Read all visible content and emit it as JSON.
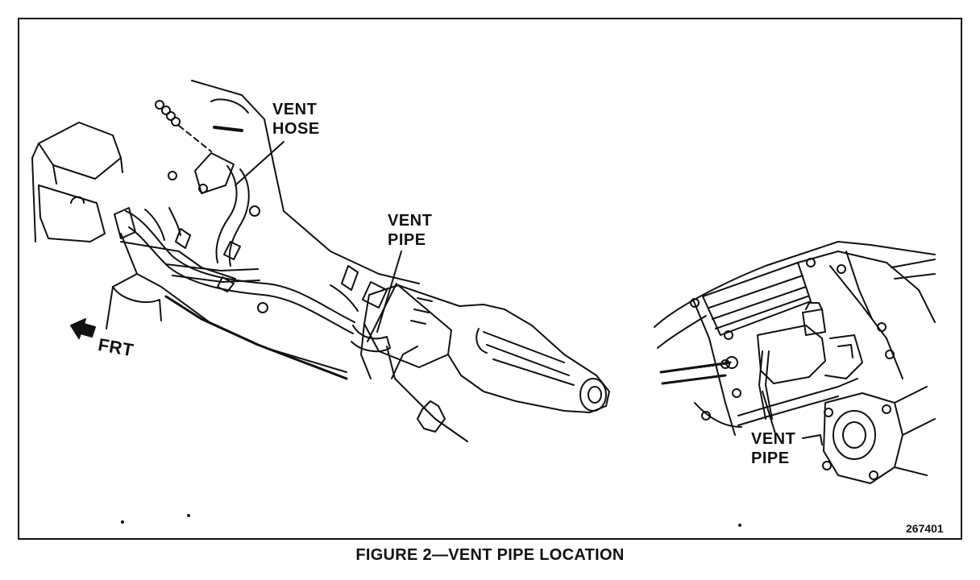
{
  "labels": {
    "vent_hose": [
      "VENT",
      "HOSE"
    ],
    "vent_pipe_left": [
      "VENT",
      "PIPE"
    ],
    "vent_pipe_right": [
      "VENT",
      "PIPE"
    ],
    "front": "FRT"
  },
  "figure_id": "267401",
  "caption": "FIGURE 2—VENT PIPE LOCATION",
  "colors": {
    "ink": "#111111",
    "paper": "#ffffff"
  }
}
